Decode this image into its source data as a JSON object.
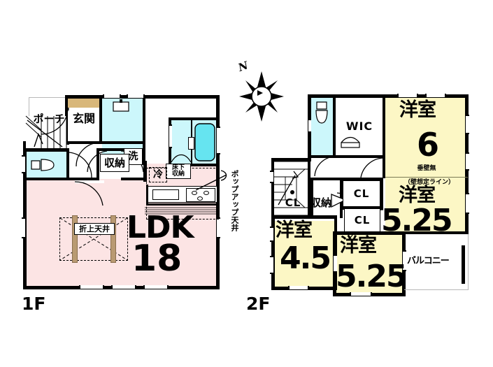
{
  "floors": {
    "f1": {
      "label": "1F"
    },
    "f2": {
      "label": "2F"
    }
  },
  "compass": {
    "north_label": "N",
    "icon": "compass-star-icon"
  },
  "floor1": {
    "rooms": [
      {
        "name": "porch",
        "label": "ポーチ"
      },
      {
        "name": "entrance",
        "label": "玄関"
      },
      {
        "name": "washroom",
        "label": "洗"
      },
      {
        "name": "refrigerator",
        "label": "冷"
      },
      {
        "name": "closet",
        "label": "収納"
      },
      {
        "name": "ldk",
        "label": "LDK",
        "size": "18"
      }
    ],
    "annotations": [
      {
        "name": "raised-ceiling",
        "label": "折上天井"
      },
      {
        "name": "underfloor-storage",
        "label": "床下\n収納",
        "line1": "床下",
        "line2": "収納"
      },
      {
        "name": "popup-ceiling",
        "label": "ポップアップ天井"
      }
    ]
  },
  "floor2": {
    "rooms": [
      {
        "name": "wic",
        "label": "WIC"
      },
      {
        "name": "closet-a",
        "label": "CL"
      },
      {
        "name": "closet-b",
        "label": "CL"
      },
      {
        "name": "closet-c",
        "label": "CL"
      },
      {
        "name": "storage",
        "label": "収納"
      },
      {
        "name": "western-room-6",
        "label": "洋室",
        "size": "6"
      },
      {
        "name": "western-room-525a",
        "label": "洋室",
        "size": "5.25"
      },
      {
        "name": "western-room-45",
        "label": "洋室",
        "size": "4.5"
      },
      {
        "name": "western-room-525b",
        "label": "洋室",
        "size": "5.25"
      },
      {
        "name": "balcony",
        "label": "バルコニー"
      }
    ],
    "annotations": [
      {
        "name": "no-hanging-wall",
        "label": "垂壁無"
      },
      {
        "name": "assumed-wall-line",
        "label": "（壁想定ライン）"
      }
    ]
  },
  "colors": {
    "ldk_pink": "#fce4e4",
    "room_yellow": "#fcf7c5",
    "water_cyan": "#ccf7fb",
    "bath_cyan": "#66e4f0",
    "wood_tan": "#d8b77a",
    "post_brown": "#b99a72",
    "wall_black": "#000000"
  }
}
